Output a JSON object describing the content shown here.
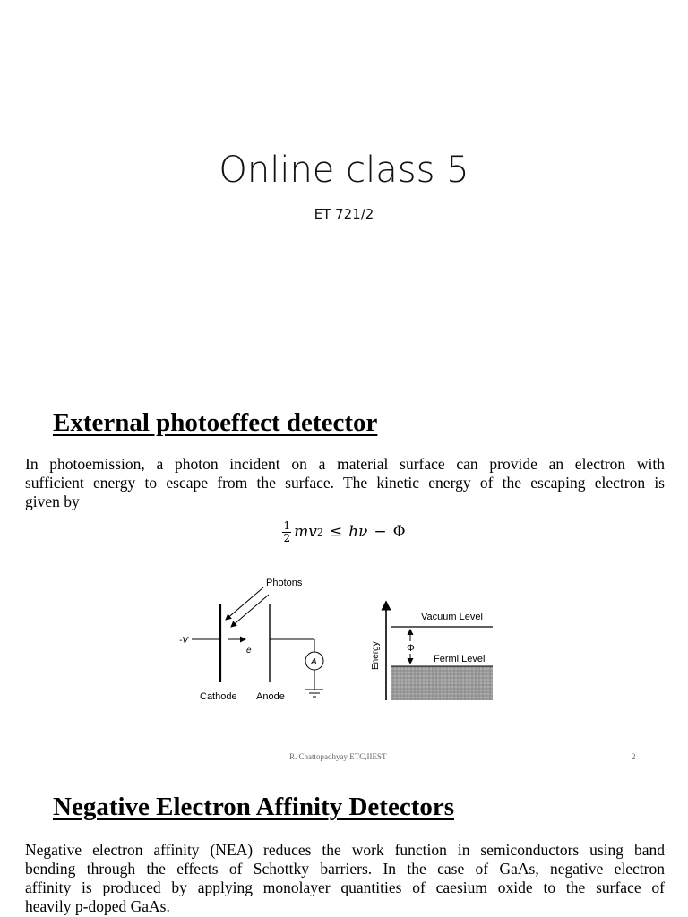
{
  "slide1": {
    "title": "Online class 5",
    "subtitle": "ET 721/2"
  },
  "slide2": {
    "heading": "External photoeffect detector",
    "paragraph_lines": [
      "In photoemission, a photon incident on a material surface can provide an electron with",
      "sufficient energy to escape from the surface. The kinetic energy of the escaping electron is",
      "given by"
    ],
    "equation": {
      "frac_num": "1",
      "frac_den": "2",
      "lhs": "mv",
      "exp": "2",
      "relation": "≤",
      "rhs_a": "hν",
      "minus": "−",
      "rhs_b": "Φ"
    },
    "figure": {
      "photons": "Photons",
      "voltage": "-V",
      "electron": "e",
      "ammeter": "A",
      "cathode": "Cathode",
      "anode": "Anode",
      "energy": "Energy",
      "vacuum_level": "Vacuum Level",
      "fermi_level": "Fermi Level",
      "phi": "Φ"
    },
    "footer": {
      "author": "R. Chattopadhyay   ETC,IIEST",
      "page": "2"
    }
  },
  "slide3": {
    "heading": "Negative Electron Affinity Detectors",
    "paragraph_lines": [
      "Negative electron affinity (NEA) reduces the work function in semiconductors using band",
      "bending through the effects of Schottky barriers. In the case of GaAs, negative electron",
      "affinity is produced by applying monolayer quantities of caesium  oxide to the surface of",
      "heavily p-doped GaAs."
    ]
  }
}
